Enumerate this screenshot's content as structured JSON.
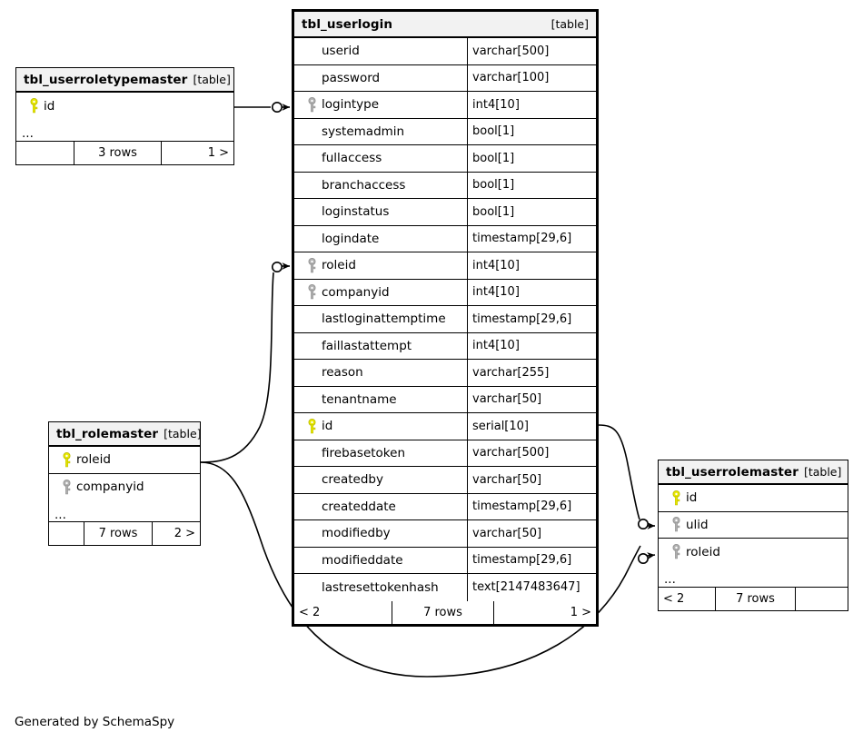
{
  "diagram": {
    "caption": "Generated by SchemaSpy",
    "table_tag": "[table]",
    "ellipsis": "...",
    "colors": {
      "primary_key": "#e8e800",
      "foreign_key": "#b0b0b0",
      "header_bg": "#f2f2f2",
      "border": "#000000",
      "background": "#ffffff"
    }
  },
  "tables": {
    "userlogin": {
      "name": "tbl_userlogin",
      "tag": "[table]",
      "columns": [
        {
          "name": "userid",
          "type": "varchar[500]",
          "key": "none"
        },
        {
          "name": "password",
          "type": "varchar[100]",
          "key": "none"
        },
        {
          "name": "logintype",
          "type": "int4[10]",
          "key": "foreign"
        },
        {
          "name": "systemadmin",
          "type": "bool[1]",
          "key": "none"
        },
        {
          "name": "fullaccess",
          "type": "bool[1]",
          "key": "none"
        },
        {
          "name": "branchaccess",
          "type": "bool[1]",
          "key": "none"
        },
        {
          "name": "loginstatus",
          "type": "bool[1]",
          "key": "none"
        },
        {
          "name": "logindate",
          "type": "timestamp[29,6]",
          "key": "none"
        },
        {
          "name": "roleid",
          "type": "int4[10]",
          "key": "foreign"
        },
        {
          "name": "companyid",
          "type": "int4[10]",
          "key": "foreign"
        },
        {
          "name": "lastloginattemptime",
          "type": "timestamp[29,6]",
          "key": "none"
        },
        {
          "name": "faillastattempt",
          "type": "int4[10]",
          "key": "none"
        },
        {
          "name": "reason",
          "type": "varchar[255]",
          "key": "none"
        },
        {
          "name": "tenantname",
          "type": "varchar[50]",
          "key": "none"
        },
        {
          "name": "id",
          "type": "serial[10]",
          "key": "primary"
        },
        {
          "name": "firebasetoken",
          "type": "varchar[500]",
          "key": "none"
        },
        {
          "name": "createdby",
          "type": "varchar[50]",
          "key": "none"
        },
        {
          "name": "createddate",
          "type": "timestamp[29,6]",
          "key": "none"
        },
        {
          "name": "modifiedby",
          "type": "varchar[50]",
          "key": "none"
        },
        {
          "name": "modifieddate",
          "type": "timestamp[29,6]",
          "key": "none"
        },
        {
          "name": "lastresettokenhash",
          "type": "text[2147483647]",
          "key": "none"
        }
      ],
      "footer": {
        "prev": "< 2",
        "rows": "7 rows",
        "next": "1 >"
      }
    },
    "userroletypemaster": {
      "name": "tbl_userroletypemaster",
      "tag": "[table]",
      "columns": [
        {
          "name": "id",
          "type": "",
          "key": "primary"
        }
      ],
      "ellipsis": "...",
      "footer": {
        "prev": "",
        "rows": "3 rows",
        "next": "1 >"
      }
    },
    "rolemaster": {
      "name": "tbl_rolemaster",
      "tag": "[table]",
      "columns": [
        {
          "name": "roleid",
          "type": "",
          "key": "primary"
        },
        {
          "name": "companyid",
          "type": "",
          "key": "foreign"
        }
      ],
      "ellipsis": "...",
      "footer": {
        "prev": "",
        "rows": "7 rows",
        "next": "2 >"
      }
    },
    "userrolemaster": {
      "name": "tbl_userrolemaster",
      "tag": "[table]",
      "columns": [
        {
          "name": "id",
          "type": "",
          "key": "primary"
        },
        {
          "name": "ulid",
          "type": "",
          "key": "foreign"
        },
        {
          "name": "roleid",
          "type": "",
          "key": "foreign"
        }
      ],
      "ellipsis": "...",
      "footer": {
        "prev": "< 2",
        "rows": "7 rows",
        "next": ""
      }
    }
  },
  "relationships": [
    {
      "from": "tbl_userroletypemaster.id",
      "to": "tbl_userlogin.logintype"
    },
    {
      "from": "tbl_rolemaster.roleid",
      "to": "tbl_userlogin.roleid"
    },
    {
      "from": "tbl_userlogin.id",
      "to": "tbl_userrolemaster.ulid"
    },
    {
      "from": "tbl_rolemaster.roleid",
      "to": "tbl_userrolemaster.roleid"
    }
  ]
}
